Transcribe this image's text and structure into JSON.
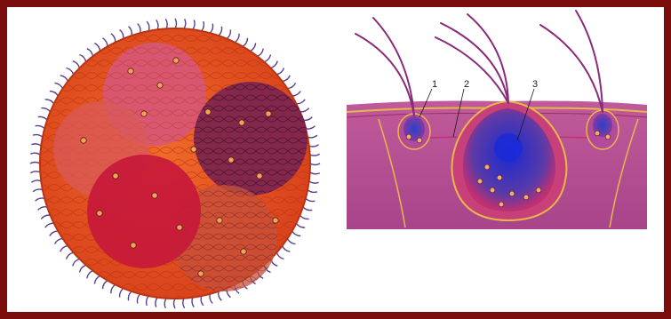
{
  "colors": {
    "frame": "#7a0c0c",
    "background": "#ffffff",
    "colony_body": "#e8541e",
    "colony_mesh": "#c23a10",
    "flagella": "#5a3f8f",
    "daughter_pink": "#d6577a",
    "daughter_red": "#c8183c",
    "daughter_dark": "#7a2350",
    "tissue": "#b4508e",
    "tissue_edge": "#e8b74a",
    "nucleus_blue": "#2a3fc0",
    "hair": "#8a2a7a"
  },
  "section": {
    "labels": [
      "1",
      "2",
      "3"
    ]
  }
}
